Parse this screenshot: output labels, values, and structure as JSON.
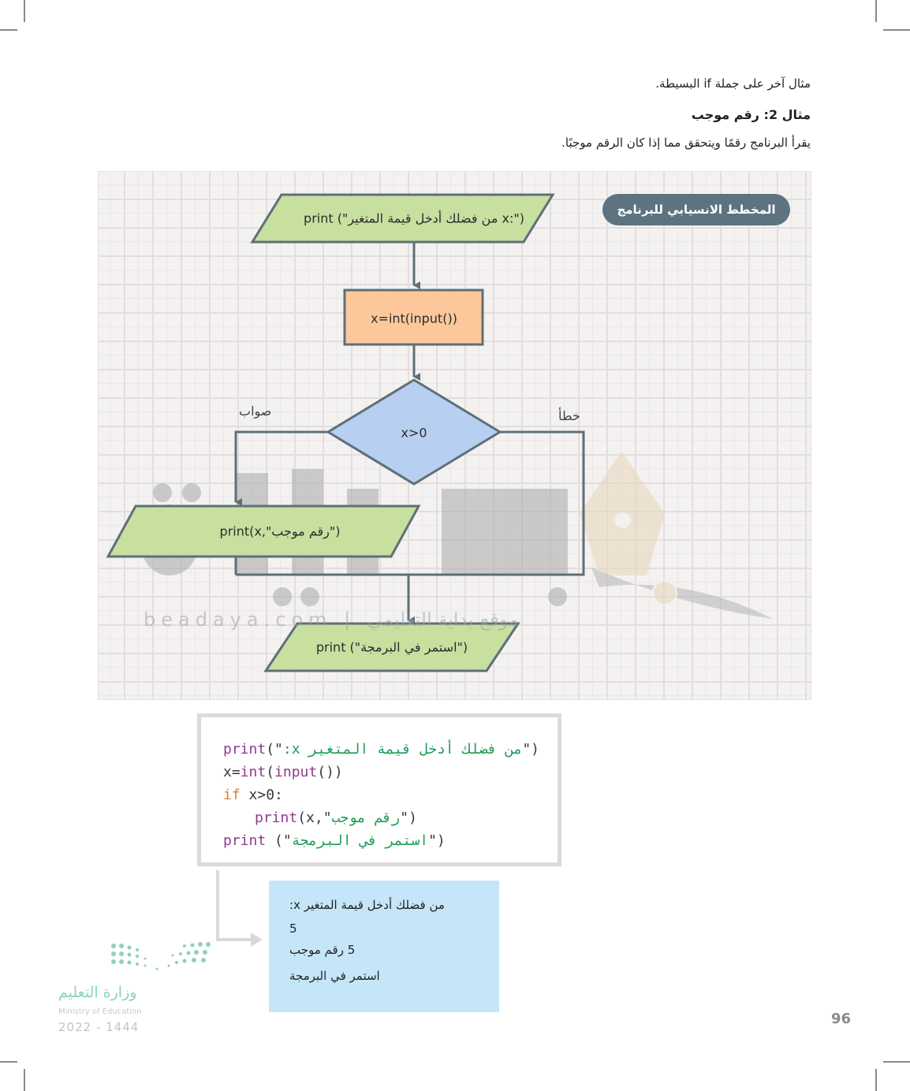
{
  "intro": {
    "line1": "مثال آخر على جملة if البسيطة.",
    "example_title": "مثال 2: رقم موجب",
    "description": "يقرأ البرنامج رقمًا ويتحقق مما إذا كان الرقم موجبًا."
  },
  "flowchart": {
    "badge": "المخطط الانسيابي للبرنامج",
    "nodes": {
      "print_prompt": "print (\"من فضلك أدخل قيمة المتغير x:\")",
      "read_input": "x=int(input())",
      "condition": "x>0",
      "print_positive": "print(x,\"رقم موجب\")",
      "print_continue": "print (\"استمر في البرمجة\")"
    },
    "labels": {
      "true": "صواب",
      "false": "خطأ"
    },
    "colors": {
      "io": "#c7e0a0",
      "process": "#fcc89b",
      "decision": "#b7cff0",
      "stroke": "#5f6f78",
      "badge": "#5d7380"
    }
  },
  "code": {
    "line1": {
      "func": "print",
      "open": "(\"",
      "str": "من فضلك أدخل قيمة المتغير x:",
      "close": "\")"
    },
    "line2": {
      "pre": "x=",
      "int": "int",
      "mid": "(",
      "input": "input",
      "end": "())"
    },
    "line3": {
      "kw": "if",
      "rest": " x>0:"
    },
    "line4": {
      "func": "print",
      "open": "(x,\"",
      "str": "رقم موجب",
      "close": "\")"
    },
    "line5": {
      "func": "print",
      "open": " (\"",
      "str": "استمر في البرمجة",
      "close": "\")"
    }
  },
  "output": {
    "lines": [
      "من فضلك أدخل قيمة المتغير x:",
      "5",
      "5 رقم موجب",
      "استمر في البرمجة"
    ]
  },
  "watermark": {
    "brand": "بداية",
    "site": "beadaya.com | موقع بداية التعليمي"
  },
  "ministry": {
    "arabic": "وزارة التعليم",
    "english": "Ministry of Education",
    "year": "2022 - 1444"
  },
  "page_number": "96"
}
